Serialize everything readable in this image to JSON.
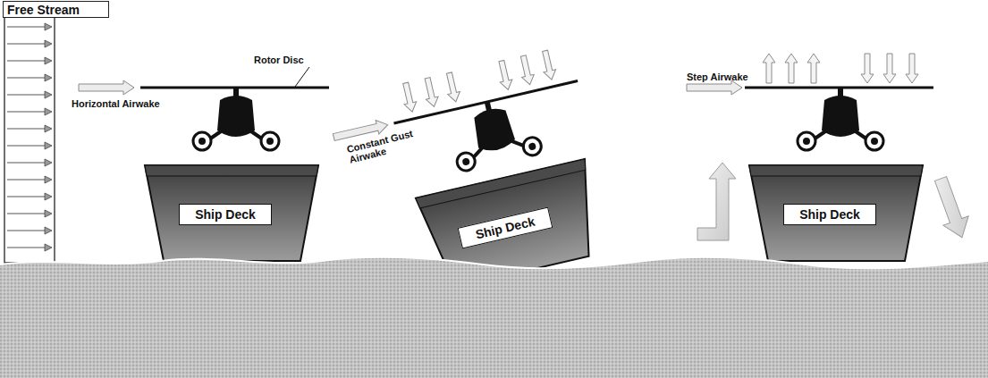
{
  "diagram": {
    "nodes": [
      {
        "text": [
          "Free Stream"
        ]
      },
      {
        "text": [
          "Ship Deck"
        ]
      },
      {
        "text": [
          "Ship Deck"
        ]
      },
      {
        "text": [
          "Ship Deck"
        ]
      }
    ],
    "labels": [
      "Rotor Disc",
      "Horizontal Airwake",
      "Constant Gust Airwake",
      "Step Airwake"
    ]
  }
}
